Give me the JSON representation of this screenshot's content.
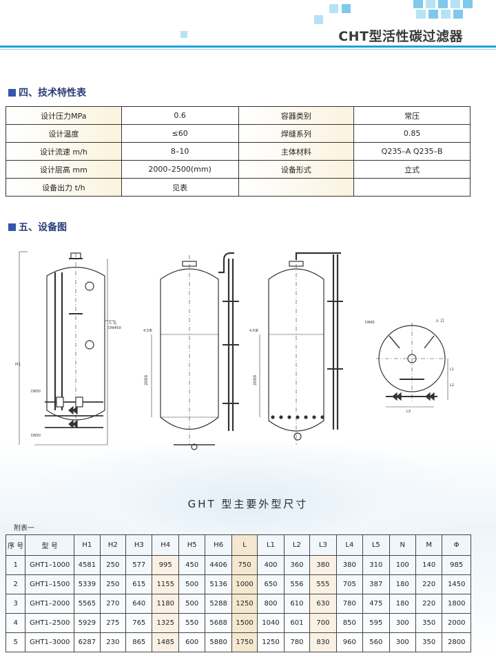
{
  "header": {
    "title": "CHT型活性碳过滤器"
  },
  "section4": {
    "title": "四、技术特性表"
  },
  "spec_table": [
    [
      "设计压力MPa",
      "0.6",
      "容器类别",
      "常压"
    ],
    [
      "设计温度",
      "≤60",
      "焊缝系列",
      "0.85"
    ],
    [
      "设计流速 m/h",
      "8–10",
      "主体材料",
      "Q235–A  Q235–B"
    ],
    [
      "设计层高 mm",
      "2000–2500(mm)",
      "设备形式",
      "立式"
    ],
    [
      "设备出力 t/h",
      "见表",
      "",
      ""
    ]
  ],
  "section5": {
    "title": "五、设备图"
  },
  "drawing_labels": {
    "h1": "H1",
    "inlet": "入 孔",
    "inlet_dn": "DN450",
    "outlet_dn1": "DN50",
    "outlet_dn2": "DN50",
    "mark_45": "4.5米",
    "dim_2000": "2000",
    "inlet_right": "入 口",
    "dn_right": "DN65",
    "L1": "L1",
    "L2": "L2",
    "L3": "L3"
  },
  "dims_caption": "GHT  型主要外型尺寸",
  "fubiao": "附表一",
  "dims_table": {
    "headers": [
      "序 号",
      "型 号",
      "H1",
      "H2",
      "H3",
      "H4",
      "H5",
      "H6",
      "L",
      "L1",
      "L2",
      "L3",
      "L4",
      "L5",
      "N",
      "M",
      "Φ"
    ],
    "rows": [
      [
        "1",
        "GHT1–1000",
        "4581",
        "250",
        "577",
        "995",
        "450",
        "4406",
        "750",
        "400",
        "360",
        "380",
        "380",
        "310",
        "100",
        "140",
        "985"
      ],
      [
        "2",
        "GHT1–1500",
        "5339",
        "250",
        "615",
        "1155",
        "500",
        "5136",
        "1000",
        "650",
        "556",
        "555",
        "705",
        "387",
        "180",
        "220",
        "1450"
      ],
      [
        "3",
        "GHT1–2000",
        "5565",
        "270",
        "640",
        "1180",
        "500",
        "5288",
        "1250",
        "800",
        "610",
        "630",
        "780",
        "475",
        "180",
        "220",
        "1800"
      ],
      [
        "4",
        "GHT1–2500",
        "5929",
        "275",
        "765",
        "1325",
        "550",
        "5688",
        "1500",
        "1040",
        "601",
        "700",
        "850",
        "595",
        "300",
        "350",
        "2000"
      ],
      [
        "5",
        "GHT1–3000",
        "6287",
        "230",
        "865",
        "1485",
        "600",
        "5880",
        "1750",
        "1250",
        "780",
        "830",
        "960",
        "560",
        "300",
        "350",
        "2800"
      ]
    ]
  }
}
